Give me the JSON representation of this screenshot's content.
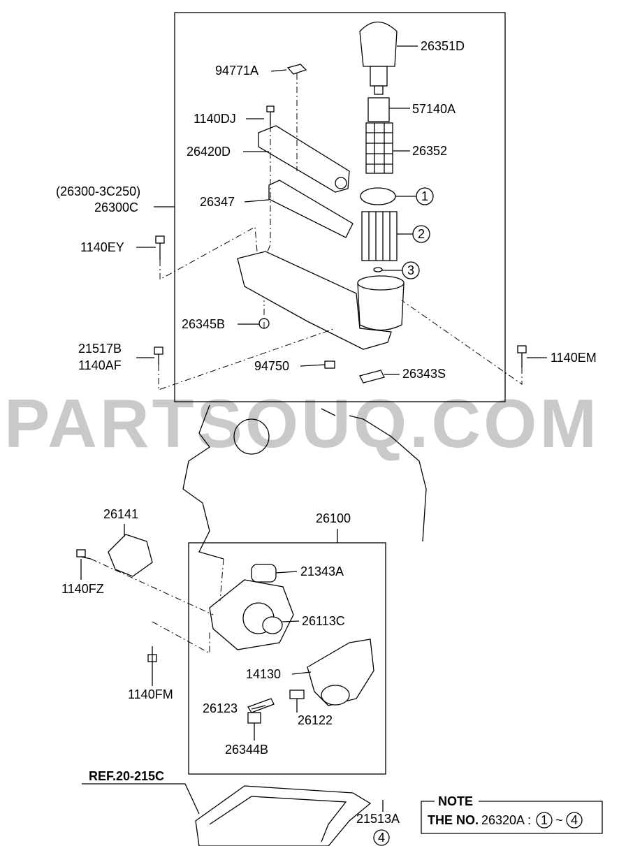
{
  "watermark": "PARTSOUQ.COM",
  "labels": {
    "p26351D": "26351D",
    "p94771A": "94771A",
    "p57140A": "57140A",
    "p1140DJ": "1140DJ",
    "p26420D": "26420D",
    "p26352": "26352",
    "assembly_alt": "(26300-3C250)",
    "p26300C": "26300C",
    "p26347": "26347",
    "p1140EY": "1140EY",
    "p26345B": "26345B",
    "p21517B": "21517B",
    "p1140AF": "1140AF",
    "p94750": "94750",
    "p1140EM": "1140EM",
    "p26343S": "26343S",
    "p26141": "26141",
    "p26100": "26100",
    "p21343A": "21343A",
    "p1140FZ": "1140FZ",
    "p26113C": "26113C",
    "p14130": "14130",
    "p1140FM": "1140FM",
    "p26123": "26123",
    "p26122": "26122",
    "p26344B": "26344B",
    "ref": "REF.20-215C",
    "p21513A": "21513A"
  },
  "callouts": {
    "c1": "1",
    "c2": "2",
    "c3": "3",
    "c4": "4"
  },
  "note": {
    "title": "NOTE",
    "prefix": "THE NO.",
    "part": "26320A :",
    "from": "1",
    "sep": "~",
    "to": "4"
  }
}
